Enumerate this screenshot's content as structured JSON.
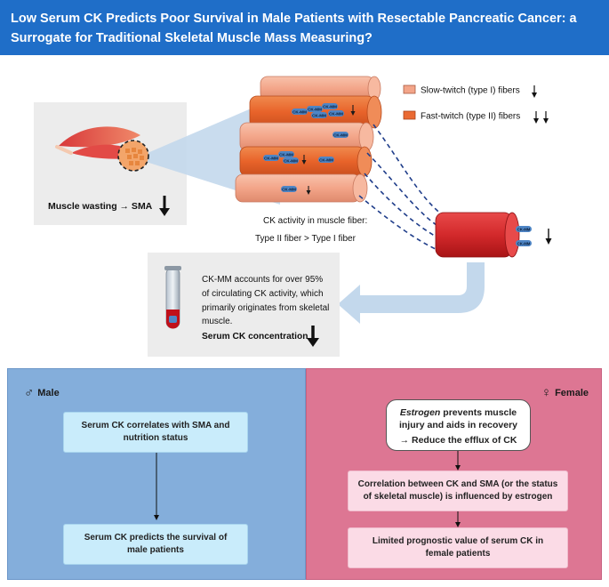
{
  "title": "Low Serum CK Predicts Poor Survival in Male Patients with Resectable Pancreatic Cancer: a Surrogate for Traditional Skeletal Muscle Mass Measuring?",
  "muscle_panel": {
    "label": "Muscle wasting → SMA"
  },
  "legend": {
    "slow": "Slow-twitch (type I) fibers",
    "fast": "Fast-twitch (type II) fibers",
    "colors": {
      "slow": "#f3a589",
      "fast": "#ea6a32"
    }
  },
  "enzyme_label": "CK-MM",
  "ck_activity": {
    "line1": "CK activity in muscle fiber:",
    "line2": "Type II fiber > Type I fiber"
  },
  "circulation": {
    "line1": "CK-MM accounts for over 95%",
    "line2": "of circulating CK activity, which",
    "line3": "primarily originates from skeletal",
    "line4": "muscle.",
    "bold": "Serum CK concentration"
  },
  "male": {
    "label": "Male",
    "box1": "Serum CK correlates with SMA and nutrition status",
    "box2": "Serum CK predicts the survival of male patients"
  },
  "female": {
    "label": "Female",
    "estrogen": "Estrogen",
    "box1_rest": " prevents muscle injury and aids in recovery",
    "box1_line2": "→ Reduce the efflux of CK",
    "box2": "Correlation between CK and SMA (or the status of skeletal muscle) is influenced by estrogen",
    "box3": "Limited prognostic value of serum CK in female patients"
  }
}
